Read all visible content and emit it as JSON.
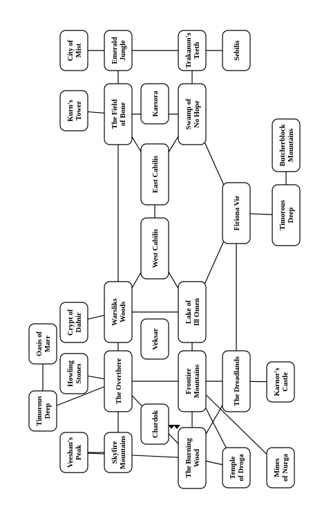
{
  "zones": [
    {
      "id": "city-of-mist",
      "lines": [
        "City of",
        "Mist"
      ]
    },
    {
      "id": "emerald-jungle",
      "lines": [
        "Emerald",
        "Jungle"
      ]
    },
    {
      "id": "trakanons-teeth",
      "lines": [
        "Trakanon's",
        "Teeth"
      ]
    },
    {
      "id": "sebilis",
      "lines": [
        "Sebilis"
      ]
    },
    {
      "id": "kurns-tower",
      "lines": [
        "Kurn's",
        "Tower"
      ]
    },
    {
      "id": "field-of-bone",
      "lines": [
        "The Field",
        "of Bone"
      ]
    },
    {
      "id": "kaesora",
      "lines": [
        "Kaesora"
      ]
    },
    {
      "id": "swamp-of-no-hope",
      "lines": [
        "Swamp of",
        "No Hope"
      ]
    },
    {
      "id": "butcherblock-mountains",
      "lines": [
        "Butcherblock",
        "Mountains"
      ]
    },
    {
      "id": "east-cabilis",
      "lines": [
        "East Cabilis"
      ]
    },
    {
      "id": "firiona-vie",
      "lines": [
        "Firiona Vie"
      ]
    },
    {
      "id": "timorous-deep-right",
      "lines": [
        "Timorous",
        "Deep"
      ]
    },
    {
      "id": "west-cabilis",
      "lines": [
        "West Cabilis"
      ]
    },
    {
      "id": "crypt-of-dalnir",
      "lines": [
        "Crypt of",
        "Dalnir"
      ]
    },
    {
      "id": "warsliks-woods",
      "lines": [
        "Warsliks",
        "Woods"
      ]
    },
    {
      "id": "lake-of-ill-omen",
      "lines": [
        "Lake of",
        "Ill Omen"
      ]
    },
    {
      "id": "oasis-of-marr",
      "lines": [
        "Oasis of",
        "Marr"
      ]
    },
    {
      "id": "veksar",
      "lines": [
        "Veksar"
      ]
    },
    {
      "id": "howling-stones",
      "lines": [
        "Howling",
        "Stones"
      ]
    },
    {
      "id": "the-overthere",
      "lines": [
        "The Overthere"
      ]
    },
    {
      "id": "frontier-mountains",
      "lines": [
        "Frontier",
        "Mountains"
      ]
    },
    {
      "id": "the-dreadlands",
      "lines": [
        "The Dreadlands"
      ]
    },
    {
      "id": "karnors-castle",
      "lines": [
        "Karnor's",
        "Castle"
      ]
    },
    {
      "id": "timorous-deep-left",
      "lines": [
        "Timorous",
        "Deep"
      ]
    },
    {
      "id": "chardok",
      "lines": [
        "Chardok"
      ]
    },
    {
      "id": "veeshans-peak",
      "lines": [
        "Veeshan's",
        "Peak"
      ]
    },
    {
      "id": "skyfire-mountains",
      "lines": [
        "Skyfire",
        "Mountains"
      ]
    },
    {
      "id": "the-burning-wood",
      "lines": [
        "The Burning",
        "Wood"
      ]
    },
    {
      "id": "temple-of-droga",
      "lines": [
        "Temple",
        "of Droga"
      ]
    },
    {
      "id": "mines-of-nurga",
      "lines": [
        "Mines",
        "of Nurga"
      ]
    }
  ],
  "connections": [
    [
      "city-of-mist",
      "emerald-jungle"
    ],
    [
      "emerald-jungle",
      "trakanons-teeth"
    ],
    [
      "trakanons-teeth",
      "sebilis"
    ],
    [
      "emerald-jungle",
      "field-of-bone"
    ],
    [
      "trakanons-teeth",
      "swamp-of-no-hope"
    ],
    [
      "kurns-tower",
      "field-of-bone"
    ],
    [
      "field-of-bone",
      "swamp-of-no-hope"
    ],
    [
      "field-of-bone",
      "east-cabilis"
    ],
    [
      "swamp-of-no-hope",
      "east-cabilis"
    ],
    [
      "field-of-bone",
      "warsliks-woods"
    ],
    [
      "swamp-of-no-hope",
      "firiona-vie"
    ],
    [
      "east-cabilis",
      "west-cabilis"
    ],
    [
      "west-cabilis",
      "warsliks-woods"
    ],
    [
      "west-cabilis",
      "lake-of-ill-omen"
    ],
    [
      "firiona-vie",
      "timorous-deep-right"
    ],
    [
      "butcherblock-mountains",
      "timorous-deep-right"
    ],
    [
      "firiona-vie",
      "lake-of-ill-omen"
    ],
    [
      "firiona-vie",
      "the-dreadlands"
    ],
    [
      "crypt-of-dalnir",
      "warsliks-woods"
    ],
    [
      "warsliks-woods",
      "lake-of-ill-omen"
    ],
    [
      "warsliks-woods",
      "the-overthere"
    ],
    [
      "lake-of-ill-omen",
      "frontier-mountains"
    ],
    [
      "oasis-of-marr",
      "timorous-deep-left"
    ],
    [
      "howling-stones",
      "the-overthere"
    ],
    [
      "the-overthere",
      "frontier-mountains"
    ],
    [
      "frontier-mountains",
      "the-dreadlands"
    ],
    [
      "the-dreadlands",
      "karnors-castle"
    ],
    [
      "timorous-deep-left",
      "the-overthere"
    ],
    [
      "the-overthere",
      "skyfire-mountains"
    ],
    [
      "the-overthere",
      "the-burning-wood"
    ],
    [
      "frontier-mountains",
      "the-burning-wood"
    ],
    [
      "frontier-mountains",
      "temple-of-droga"
    ],
    [
      "frontier-mountains",
      "mines-of-nurga"
    ],
    [
      "the-dreadlands",
      "the-burning-wood"
    ],
    [
      "skyfire-mountains",
      "veeshans-peak"
    ],
    [
      "the-burning-wood",
      "temple-of-droga"
    ],
    [
      "the-burning-wood",
      "veeshans-peak"
    ]
  ]
}
